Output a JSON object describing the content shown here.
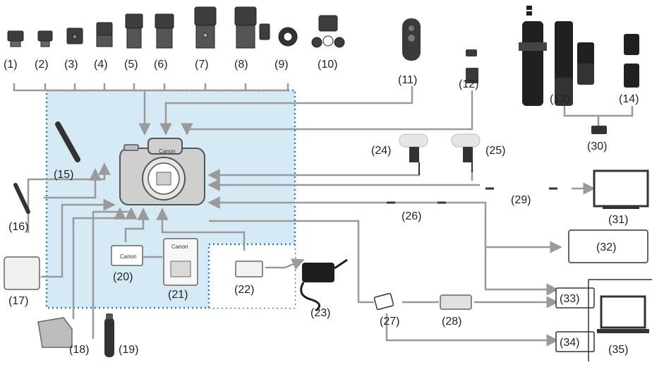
{
  "labels": [
    "(1)",
    "(2)",
    "(3)",
    "(4)",
    "(5)",
    "(6)",
    "(7)",
    "(8)",
    "(9)",
    "(10)",
    "(11)",
    "(12)",
    "(13)",
    "(14)",
    "(15)",
    "(16)",
    "(17)",
    "(18)",
    "(19)",
    "(20)",
    "(21)",
    "(22)",
    "(23)",
    "(24)",
    "(25)",
    "(26)",
    "(27)",
    "(28)",
    "(29)",
    "(30)",
    "(31)",
    "(32)",
    "(33)",
    "(34)",
    "(35)"
  ],
  "brand": "Canon",
  "colors": {
    "box_fill": "#d6eaf5",
    "box_border": "#2a7fb8",
    "line": "#9a9a9a",
    "device": "#444444"
  }
}
